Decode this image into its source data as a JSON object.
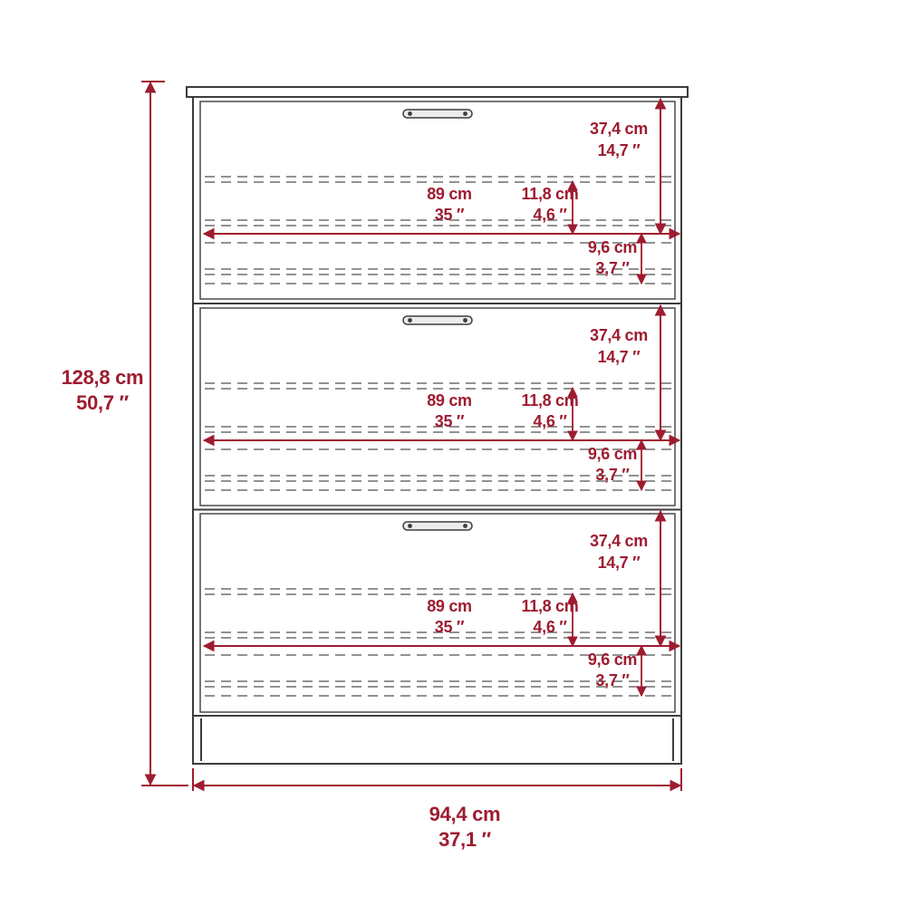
{
  "diagram": {
    "type": "furniture-dimension-diagram",
    "subject": "three-drawer shoe cabinet front elevation with dimensions",
    "colors": {
      "dimension": "#9e1c30",
      "outline": "#3c3c3c",
      "dashed": "#6f6f6f"
    },
    "overall": {
      "height_cm": "128,8 cm",
      "height_in": "50,7 ″",
      "width_cm": "94,4 cm",
      "width_in": "37,1 ″"
    },
    "drawers": [
      {
        "front_height_cm": "37,4 cm",
        "front_height_in": "14,7 ″",
        "inner_width_cm": "89 cm",
        "inner_width_in": "35 ″",
        "upper_clearance_cm": "11,8 cm",
        "upper_clearance_in": "4,6 ″",
        "lower_clearance_cm": "9,6 cm",
        "lower_clearance_in": "3,7 ″"
      },
      {
        "front_height_cm": "37,4 cm",
        "front_height_in": "14,7 ″",
        "inner_width_cm": "89 cm",
        "inner_width_in": "35 ″",
        "upper_clearance_cm": "11,8 cm",
        "upper_clearance_in": "4,6 ″",
        "lower_clearance_cm": "9,6 cm",
        "lower_clearance_in": "3,7 ″"
      },
      {
        "front_height_cm": "37,4 cm",
        "front_height_in": "14,7 ″",
        "inner_width_cm": "89 cm",
        "inner_width_in": "35 ″",
        "upper_clearance_cm": "11,8 cm",
        "upper_clearance_in": "4,6 ″",
        "lower_clearance_cm": "9,6 cm",
        "lower_clearance_in": "3,7 ″"
      }
    ]
  }
}
